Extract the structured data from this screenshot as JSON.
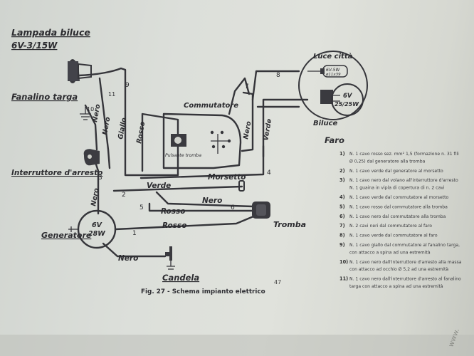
{
  "labels": {
    "lamp_title": "Lampada biluce",
    "lamp_spec": "6V-3/15W",
    "tail_lamp": "Fanalino targa",
    "kill_switch": "Interruttore d'arresto",
    "switch": "Commutatore",
    "horn_button": "Pulsante tromba",
    "terminal_block": "Morsetto",
    "horn": "Tromba",
    "generator": "Generatore",
    "gen_voltage": "6V",
    "gen_power": "28W",
    "spark_plug": "Candela",
    "city_light": "Luce città",
    "city_bulb_spec": "6V-5W",
    "city_bulb_size": "ø11x39",
    "bulb_voltage": "6V",
    "bulb_power": "25/25W",
    "dual_bulb": "Biluce",
    "headlamp": "Faro"
  },
  "wire_labels": {
    "nero_tail_1": "Nero",
    "nero_tail_2": "Nero",
    "giallo": "Giallo",
    "rosso_switch": "Rosso",
    "nero_switch": "Nero",
    "verde_switch": "Verde",
    "nero_gen": "Nero",
    "verde_mid": "Verde",
    "nero_mid": "Nero",
    "rosso_mid": "Rosso",
    "rosso_low": "Rosso",
    "nero_plug": "Nero"
  },
  "wire_numbers": {
    "n1": "1",
    "n2": "2",
    "n3": "3",
    "n4": "4",
    "n5": "5",
    "n6": "6",
    "n7": "7",
    "n8": "8",
    "n9": "9",
    "n10": "10",
    "n11": "11"
  },
  "caption": "Fig. 27 - Schema impianto elettrico",
  "page_number": "47",
  "watermark": "www.",
  "legend": [
    {
      "num": "1)",
      "text": "N. 1 cavo rosso sez. mm² 1,5 (formazione n. 31 fili"
    },
    {
      "num": "",
      "text": "Ø 0,25) dal generatore alla tromba"
    },
    {
      "num": "2)",
      "text": "N. 1 cavo verde dal generatore al morsetto"
    },
    {
      "num": "3)",
      "text": "N. 1 cavo nero dal volano all'interruttore d'arresto"
    },
    {
      "num": "",
      "text": "N. 1 guaina in vipla di copertura di n. 2 cavi"
    },
    {
      "num": "4)",
      "text": "N. 1 cavo verde dal commutatore al morsetto"
    },
    {
      "num": "5)",
      "text": "N. 1 cavo rosso dal commutatore alla tromba"
    },
    {
      "num": "6)",
      "text": "N. 1 cavo nero dal commutatore alla tromba"
    },
    {
      "num": "7)",
      "text": "N. 2 cavi neri dal commutatore al faro"
    },
    {
      "num": "8)",
      "text": "N. 1 cavo verde dal commutatore al faro"
    },
    {
      "num": "9)",
      "text": "N. 1 cavo giallo dal commutatore al fanalino targa,"
    },
    {
      "num": "",
      "text": "con attacco a spina ad una estremità"
    },
    {
      "num": "10)",
      "text": "N. 1 cavo nero dall'interruttore d'arresto alla massa"
    },
    {
      "num": "",
      "text": "con attacco ad occhio Ø 5,2 ad una estremità"
    },
    {
      "num": "11)",
      "text": "N. 1 cavo nero dall'interruttore d'arresto al fanalino"
    },
    {
      "num": "",
      "text": "targa con attacco a spina ad una estremità"
    }
  ]
}
